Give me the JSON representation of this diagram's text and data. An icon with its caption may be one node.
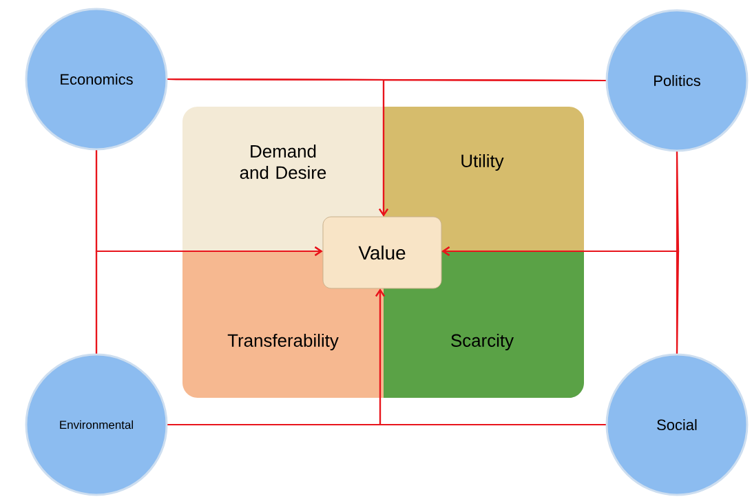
{
  "diagram": {
    "nodes": [
      {
        "text": [
          "Economics"
        ]
      },
      {
        "text": [
          "Politics"
        ]
      },
      {
        "text": [
          "Environmental"
        ]
      },
      {
        "text": [
          "Social"
        ]
      },
      {
        "text": [
          "Demand and Desire"
        ]
      },
      {
        "text": [
          "Utility"
        ]
      },
      {
        "text": [
          "Transferability"
        ]
      },
      {
        "text": [
          "Scarcity"
        ]
      },
      {
        "text": [
          "Value"
        ]
      }
    ],
    "edges": [
      {
        "from": 0,
        "to": 1,
        "arrow": "none"
      },
      {
        "from": 0,
        "to": 8,
        "arrow": "to"
      },
      {
        "from": 1,
        "to": 8,
        "arrow": "to"
      },
      {
        "from": 0,
        "to": 2,
        "arrow": "none"
      },
      {
        "from": 0,
        "to": 8,
        "arrow": "to"
      },
      {
        "from": 2,
        "to": 8,
        "arrow": "to"
      },
      {
        "from": 1,
        "to": 3,
        "arrow": "none"
      },
      {
        "from": 1,
        "to": 8,
        "arrow": "to"
      },
      {
        "from": 3,
        "to": 8,
        "arrow": "to"
      },
      {
        "from": 2,
        "to": 3,
        "arrow": "none"
      },
      {
        "from": 2,
        "to": 8,
        "arrow": "to"
      },
      {
        "from": 3,
        "to": 8,
        "arrow": "to"
      }
    ]
  }
}
